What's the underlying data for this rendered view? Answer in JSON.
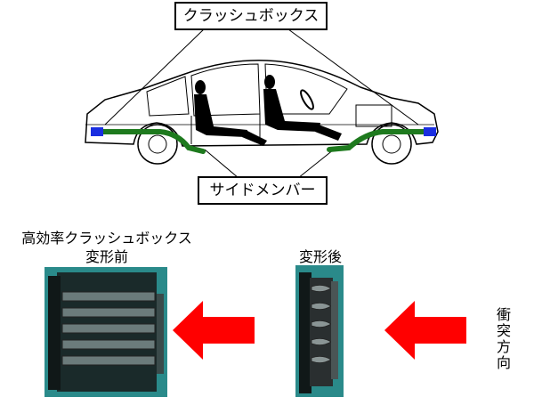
{
  "top_callout": {
    "label": "クラッシュボックス"
  },
  "bottom_callout": {
    "label": "サイドメンバー"
  },
  "before": {
    "title_line1": "高効率クラッシュボックス",
    "title_line2": "変形前"
  },
  "after": {
    "title": "変形後"
  },
  "impact_direction": {
    "chars": [
      "衝",
      "突",
      "方",
      "向"
    ]
  },
  "colors": {
    "side_member": "#1e7a1e",
    "crash_box": "#1a2ee0",
    "arrow": "#ff0000",
    "photo_bg": "#2a8a8a"
  }
}
